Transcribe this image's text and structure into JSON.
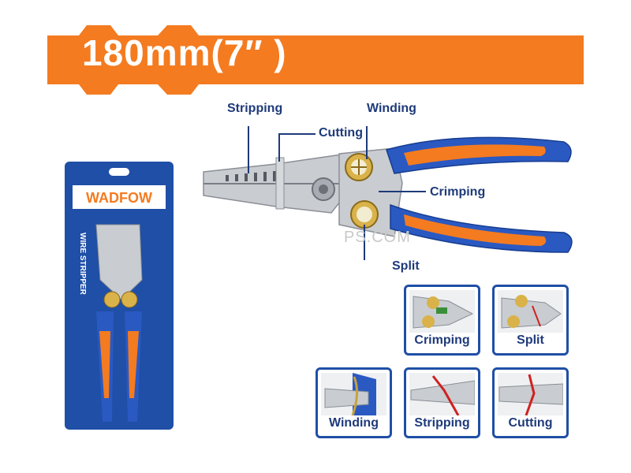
{
  "banner": {
    "title": "180mm(7″ )",
    "color": "#f47b20"
  },
  "callouts": {
    "stripping": "Stripping",
    "cutting": "Cutting",
    "winding": "Winding",
    "crimping": "Crimping",
    "split": "Split"
  },
  "package": {
    "brand": "WADFOW",
    "product": "WIRE STRIPPER",
    "colors": {
      "card": "#1f4fa6",
      "handle": "#f47b20"
    }
  },
  "watermark": "PS.COM",
  "function_cards": [
    {
      "label": "Crimping",
      "icon": "crimping-photo"
    },
    {
      "label": "Split",
      "icon": "split-photo"
    },
    {
      "label": "Winding",
      "icon": "winding-photo"
    },
    {
      "label": "Stripping",
      "icon": "stripping-photo"
    },
    {
      "label": "Cutting",
      "icon": "cutting-photo"
    }
  ],
  "colors": {
    "accent": "#f47b20",
    "brand_blue": "#1f4fa6",
    "text_blue": "#1e3a7a"
  }
}
